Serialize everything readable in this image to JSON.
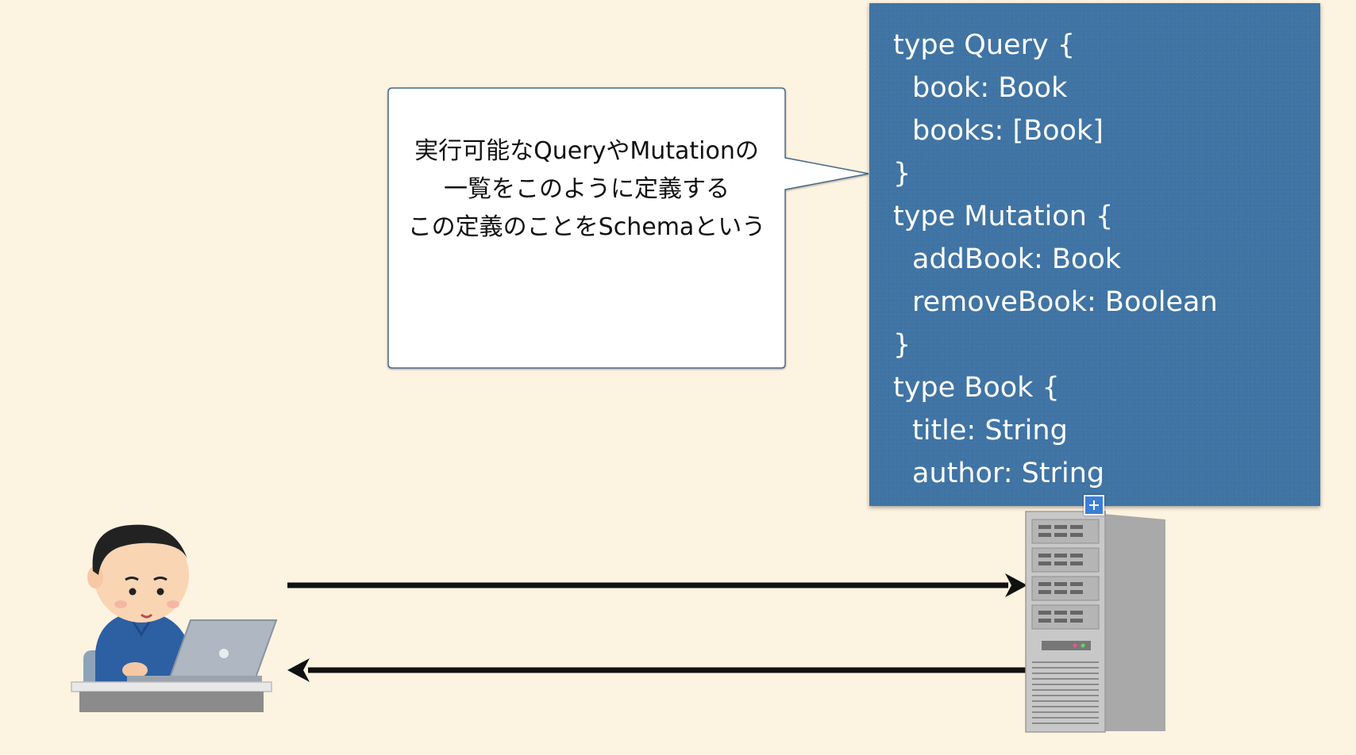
{
  "bubble": {
    "lines": [
      "実行可能なQueryやMutationの",
      "一覧をこのように定義する",
      "この定義のことをSchemaという"
    ]
  },
  "schema": {
    "lines": [
      {
        "text": "type Query {",
        "indent": false
      },
      {
        "text": "book: Book",
        "indent": true
      },
      {
        "text": "books: [Book]",
        "indent": true
      },
      {
        "text": "}",
        "indent": false
      },
      {
        "text": "type Mutation {",
        "indent": false
      },
      {
        "text": "addBook: Book",
        "indent": true
      },
      {
        "text": "removeBook: Boolean",
        "indent": true
      },
      {
        "text": "}",
        "indent": false
      },
      {
        "text": "type Book {",
        "indent": false
      },
      {
        "text": "title: String",
        "indent": true
      },
      {
        "text": "author: String",
        "indent": true
      }
    ]
  },
  "colors": {
    "background": "#fdf3e1",
    "panel": "#3f74a4",
    "arrow": "#111111"
  },
  "icons": {
    "client": "person-with-laptop-icon",
    "server": "server-tower-icon",
    "handle": "plus-icon"
  }
}
